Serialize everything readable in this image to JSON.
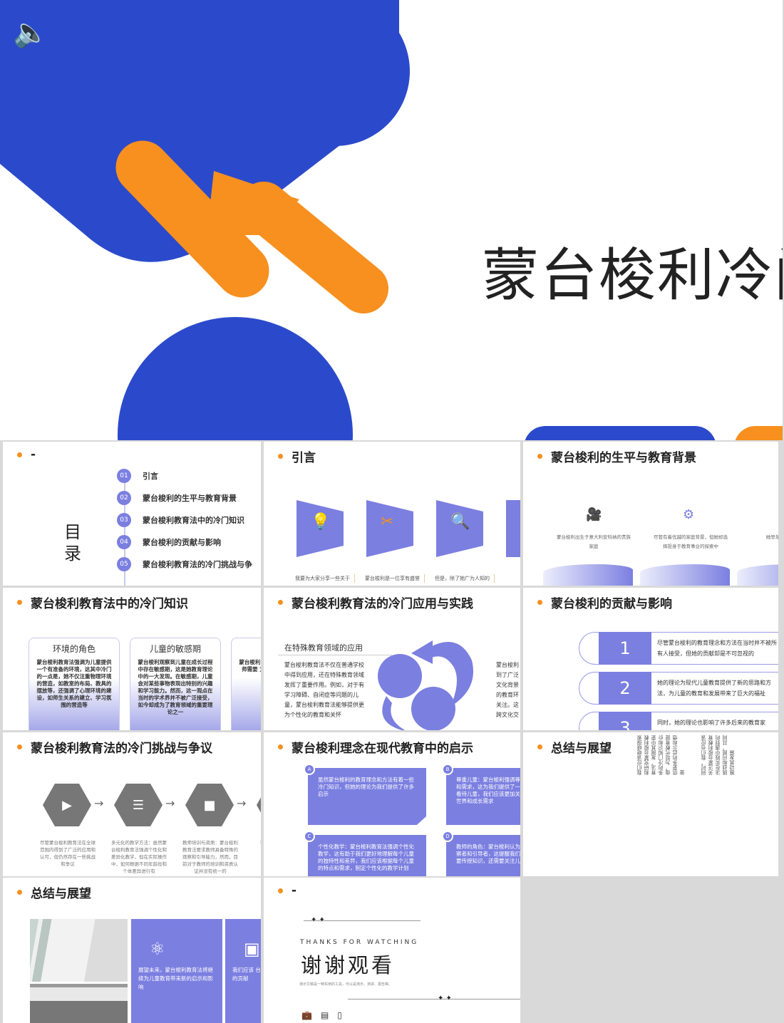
{
  "cover": {
    "title": "蒙台梭利冷门",
    "icon": "speaker-icon",
    "colors": {
      "blue": "#2b4acb",
      "orange": "#f7901e"
    }
  },
  "toc": {
    "title": "-",
    "heading": "目录",
    "items": [
      {
        "num": "01",
        "label": "引言"
      },
      {
        "num": "02",
        "label": "蒙台梭利的生平与教育背景"
      },
      {
        "num": "03",
        "label": "蒙台梭利教育法中的冷门知识"
      },
      {
        "num": "04",
        "label": "蒙台梭利的贡献与影响"
      },
      {
        "num": "05",
        "label": "蒙台梭利教育法的冷门挑战与争"
      }
    ]
  },
  "intro": {
    "title": "引言",
    "cards": [
      {
        "icon": "lightbulb-icon",
        "text": "我要为大家分享一些关于"
      },
      {
        "icon": "tools-icon",
        "text": "蒙台梭利是一位享有盛誉"
      },
      {
        "icon": "search-icon",
        "text": "但是，除了她广为人知的"
      }
    ]
  },
  "bio": {
    "title": "蒙台梭利的生平与教育背景",
    "items": [
      {
        "icon": "camera-icon",
        "text": "蒙台梭利出生于意大利安科纳的贵族家庭"
      },
      {
        "icon": "gear-icon",
        "text": "尽管有着优越的家庭背景，但她却选择投身于教育事业的探索中"
      },
      {
        "icon": "",
        "text": "她早年的教 独特的教"
      }
    ]
  },
  "knowledge": {
    "title": "蒙台梭利教育法中的冷门知识",
    "cards": [
      {
        "heading": "环境的角色",
        "text": "蒙台梭利教育法强调为儿童提供一个有准备的环境，这其中冷门的一点是，她不仅注重物理环境的营造，如教室的布局、教具的摆放等，还强调了心理环境的建设，如师生关系的建立、学习氛围的营造等"
      },
      {
        "heading": "儿童的敏感期",
        "text": "蒙台梭利观察到儿童在成长过程中存在敏感期，这是她教育理论中的一大发现。在敏感期，儿童会对某些事物表现出特别的兴趣和学习能力。然而，这一观点在当时的学术界并不被广泛接受，如今却成为了教育领域的重要理论之一"
      },
      {
        "heading": "教",
        "text": "蒙台梭利 察者和引 传授者， 教师需要 为和兴趣 支持和引 时"
      }
    ]
  },
  "practice": {
    "title": "蒙台梭利教育法的冷门应用与实践",
    "subheading": "在特殊教育领域的应用",
    "text": "蒙台梭利教育法不仅在普通学校中得到应用，还在特殊教育领域发挥了重要作用。例如，对于有学习障碍、自闭症等问题的儿童，蒙台梭利教育法能够提供更为个性化的教育和关怀",
    "side_text": "蒙台梭利 到了广泛 文化背景 的教育环 关注。这 跨文化交"
  },
  "contribution": {
    "title": "蒙台梭利的贡献与影响",
    "items": [
      {
        "num": "1",
        "text": "尽管蒙台梭利的教育理念和方法在当时并不被所有人接受，但她的贡献却是不可忽视的"
      },
      {
        "num": "2",
        "text": "她的理论为现代儿童教育提供了新的思路和方法，为儿童的教育和发展带来了巨大的福祉"
      },
      {
        "num": "3",
        "text": "同时，她的理论也影响了许多后来的教育家"
      }
    ]
  },
  "challenges": {
    "title": "蒙台梭利教育法的冷门挑战与争议",
    "steps": [
      {
        "icon": "video-library-icon",
        "text": "尽管蒙台梭利教育法在全球范围内得到了广泛的应用和认可，但仍然存在一些挑战和争议"
      },
      {
        "icon": "list-message-icon",
        "text": "多元化的教学方法：虽然蒙台梭利教育法强调个性化和差异化教学，但在实际操作中，如何根据不同年龄段和个体差异进行有"
      },
      {
        "icon": "video-message-icon",
        "text": "教师培训与资质：蒙台梭利教育法要求教师具备特殊的观察和引导能力，然而，目前对于教师的培训和资质认证并没有统一的"
      },
      {
        "icon": "hexagon-icon",
        "text": "社会 利教 一 代 如何"
      }
    ]
  },
  "inspiration": {
    "title": "蒙台梭利理念在现代教育中的启示",
    "cards": [
      {
        "letter": "A",
        "text": "虽然蒙台梭利的教育理念和方法有着一些冷门知识，但她的理论为我们提供了许多启示"
      },
      {
        "letter": "B",
        "text": "尊重儿童：蒙台梭利强调尊重儿童的天性和需求，这为我们提供了一个新的视角来看待儿童，我们应该更加关注儿童的内心世界和成长需求"
      },
      {
        "letter": "C",
        "text": "个性化教学：蒙台梭利教育法强调个性化教学，这有助于我们更好地理解每个儿童的独特性和差异，我们应该根据每个儿童的特点和需求，制定个性化的教学计划"
      },
      {
        "letter": "D",
        "text": "教师的角色：蒙台梭利认为教师应该是观察者和引导者，这提醒我们，教师不仅需要传授知识，还需要关注儿童的成长"
      }
    ]
  },
  "summary1": {
    "title": "总结与展望",
    "columns": [
      "我们应该继续探索和研究蒙台梭利教育法，发掘其中更多的冷门知识和价值，为现代教育提供更多的启示和借鉴",
      "同时，我们也应该关注蒙台梭利教育法在实践中遇到的挑战和问题，共同推动其发展"
    ]
  },
  "summary2": {
    "title": "总结与展望",
    "cards": [
      {
        "icon": "atom-icon",
        "text": "展望未来，蒙台梭利教育法将继续为儿童教育带来新的启示和影响"
      },
      {
        "icon": "whiteboard-icon",
        "text": "我们应该 台梭利教 为儿童的 大的贡献"
      }
    ]
  },
  "thanks": {
    "title": "-",
    "english": "THANKS FOR WATCHING",
    "chinese": "谢谢观看",
    "caption": "演示文稿是一种实用的工具，可以是演示、演讲、报告等。",
    "icons": [
      "briefcase-icon",
      "document-icon",
      "bookmark-icon"
    ]
  }
}
